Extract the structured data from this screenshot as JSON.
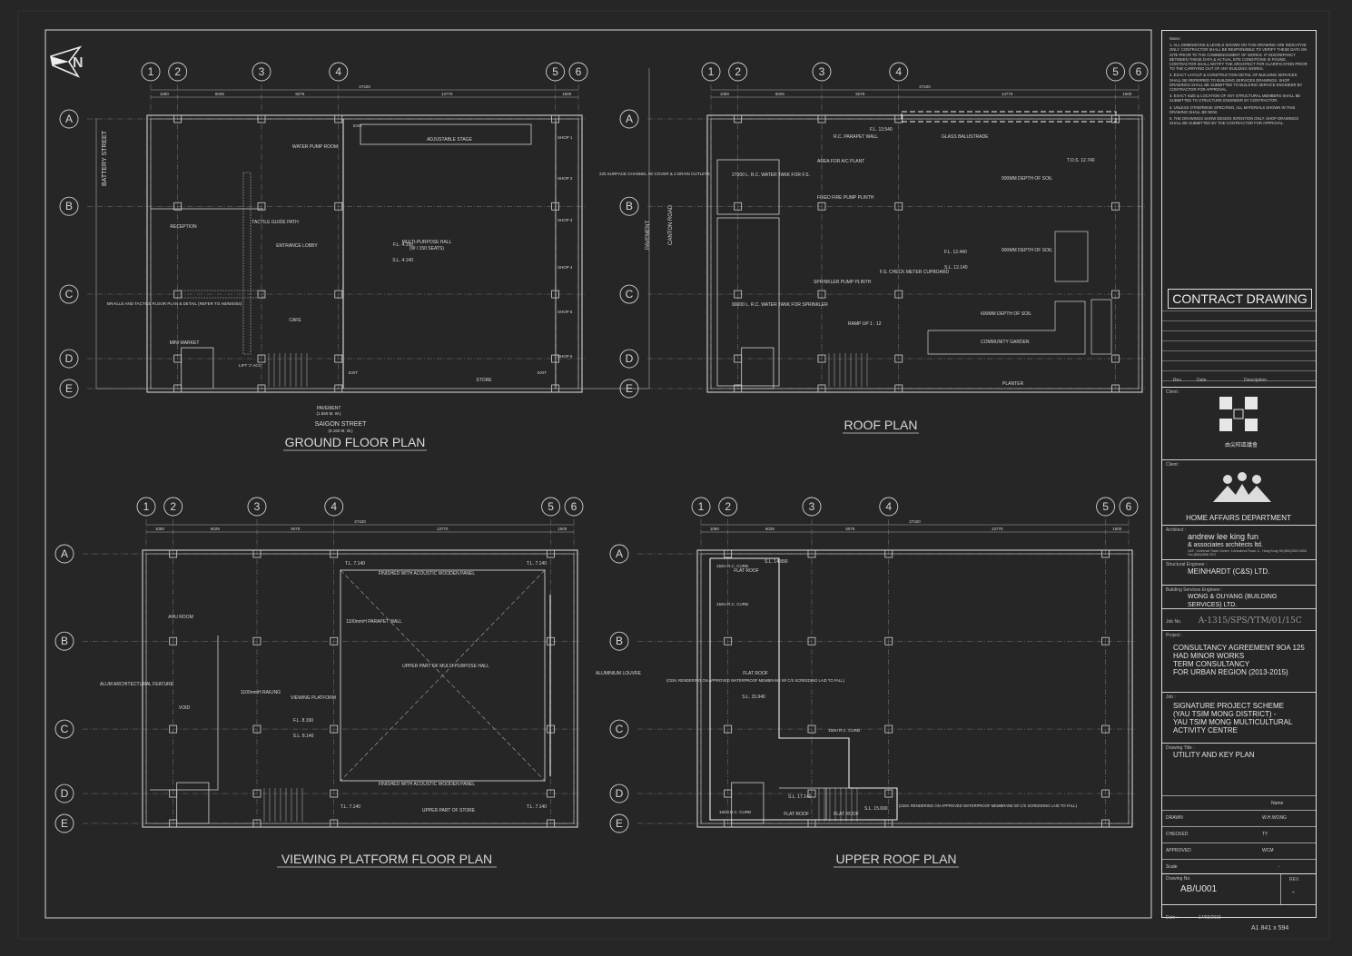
{
  "plans": {
    "ground": "GROUND FLOOR PLAN",
    "roof": "ROOF PLAN",
    "viewing": "VIEWING PLATFORM FLOOR PLAN",
    "upper_roof": "UPPER ROOF PLAN"
  },
  "grid": {
    "cols": [
      "1",
      "2",
      "3",
      "4",
      "5",
      "6"
    ],
    "rows": [
      "A",
      "B",
      "C",
      "D",
      "E"
    ],
    "dims_top": [
      "1050",
      "6025",
      "5075",
      "13770",
      "1500"
    ],
    "overall": "27420"
  },
  "ground_labels": {
    "street_west": "BATTERY STREET",
    "street_south": "SAIGON STREET",
    "saigon_level": "(9.150 M. W.)",
    "street_east": "CANTON ROAD",
    "pavement": "PAVEMENT",
    "pavement_level": "(1.550 M. W.)",
    "adjustable_stage": "ADJUSTABLE STAGE",
    "mph": "MULTI-PURPOSE HALL",
    "mph_seats": "(W / 150 SEATS)",
    "fl": "F.L. 4.190",
    "sl": "S.L. 4.140",
    "lobby": "ENTRANCE LOBBY",
    "cafe": "CAFE",
    "reception": "RECEPTION",
    "minimarket": "MINI MARKET",
    "store": "STORE",
    "water_pump": "WATER PUMP ROOM",
    "tactile": "TACTILE GUIDE PATH",
    "shop1": "SHOP 1",
    "shop2": "SHOP 2",
    "shop3": "SHOP 3",
    "shop4": "SHOP 4",
    "shop5": "SHOP 5",
    "shop6": "SHOP 6",
    "channel": "225 SURFACE CHANNEL W/ COVER & 2 DRAIN OUTLETS",
    "braille": "BRAILLE AND TACTILE FLOOR PLAN & DETAIL (REFER TO AB/MS004)",
    "exit": "EXIT",
    "lift": "LIFT 'J' ACC'"
  },
  "roof_labels": {
    "glass_balustrade": "GLASS BALUSTRADE",
    "rc_parapet": "R.C. PARAPET WALL",
    "fl_roof": "F.L. 13.540",
    "tos": "T.O.S. 12.740",
    "soil": "900MM DEPTH OF SOIL",
    "soil_600": "600MM DEPTH OF SOIL",
    "water_tank": "27000 L. R.C. WATER TANK FOR F.S.",
    "water_tank2": "90000 L. R.C. WATER TANK FOR SPRINKLER",
    "fire_pump": "FIXED FIRE PUMP PLINTH",
    "sprinkler_pump": "SPRINKLER PUMP PLINTH",
    "fs_check": "F.S. CHECK METER CUPBOARD",
    "community_garden": "COMMUNITY GARDEN",
    "ramp": "RAMP UP 1 : 12",
    "planter": "PLANTER",
    "fl_12440": "F.L. 12.440",
    "sl_12140": "S.L. 12.140",
    "ac_area": "AREA FOR A/C PLANT"
  },
  "viewing_labels": {
    "acoustic": "FINISHED WITH ACOUSTIC WOODEN PANEL",
    "parapet": "1100mmH PARAPET WALL",
    "upper_mph": "UPPER PART OF MULTI-PURPOSE HALL",
    "railing": "1100mmH RAILING",
    "platform": "VIEWING PLATFORM",
    "louvre": "ALUMINIUM LOUVRE",
    "void": "VOID",
    "ahu": "AHU ROOM",
    "alum": "ALUM ARCHITECTURAL FEATURE",
    "fl": "F.L. 8.190",
    "sl": "S.L. 8.140",
    "upper_store": "UPPER PART OF STORE",
    "tl": "T.L. 7.140"
  },
  "upper_roof_labels": {
    "flat_roof": "FLAT ROOF",
    "membrane": "(CEM. RENDERING ON APPROVED WATERPROOF MEMBRANE W/ C/S SCREEDING LAID TO FALL)",
    "curb": "150H R.C. CURB",
    "sl": "S.L. 15.940",
    "sl2": "S.L. 14.890",
    "sl3": "S.L. 17.140",
    "sl4": "S.L. 15.690"
  },
  "title_block": {
    "notes_title": "Notes :",
    "notes": [
      "1. ALL DIMENSIONS & LEVELS SHOWN ON THIS DRAWING ARE INDICATIVE ONLY. CONTRACTOR SHALL BE RESPONSIBLE TO VERIFY THESE DATA ON SITE PRIOR TO THE COMMENCEMENT OF WORKS. IF DISCREPANCY BETWEEN THESE DATA & ACTUAL SITE CONDITIONS IS FOUND, CONTRACTOR SHALL NOTIFY THE ARCHITECT FOR CLARIFICATION PRIOR TO THE CARRYING OUT OF ANY BUILDING WORKS.",
      "2. EXACT LAYOUT & CONSTRUCTION DETAIL OF BUILDING SERVICES SHALL BE REFERRED TO BUILDING SERVICES DRAWINGS. SHOP DRAWINGS SHALL BE SUBMITTED TO BUILDING SERVICE ENGINEER BY CONTRACTOR FOR APPROVAL.",
      "3. EXACT SIZE & LOCATION OF ANY STRUCTURAL MEMBERS SHALL BE SUBMITTED TO STRUCTURE ENGINEER BY CONTRACTOR.",
      "4. UNLESS OTHERWISE SPECIFIED, ALL MATERIALS SHOWN IN THIS DRAWING SHALL BE NEW.",
      "5. THE DRAWINGS SHOW DESIGN INTENTION ONLY. SHOP DRAWINGS SHALL BE SUBMITTED BY THE CONTRACTOR FOR APPROVAL."
    ],
    "contract": "CONTRACT DRAWING",
    "rev_label": "Rev.",
    "date_label": "Date",
    "desc_label": "Description",
    "client_label": "Client :",
    "client_logo_text": "由尖旺區議會",
    "client2_label": "Client :",
    "client2": "HOME AFFAIRS DEPARTMENT",
    "architect_label": "Architect :",
    "architect_name": "andrew lee king fun",
    "architect_sub": "& associates architects ltd.",
    "architect_addr": "16/F., Universal Trade Centre, 3 Arbuthnot Road, C., Hong Kong   Tel:(852)2520 0006 Fax:(852)2868 2371",
    "structural_label": "Structural Engineer :",
    "structural": "MEINHARDT (C&S) LTD.",
    "bse_label": "Building Services Engineer :",
    "bse": "WONG & OUYANG (BUILDING SERVICES) LTD.",
    "job_label": "Job No.",
    "job": "A-1315/SPS/YTM/01/15C",
    "project_label": "Project :",
    "project": [
      "CONSULTANCY AGREEMENT 9OA 125",
      "HAD MINOR WORKS",
      "TERM CONSULTANCY",
      "FOR URBAN REGION (2013-2015)"
    ],
    "job2_label": "Job :",
    "job2": [
      "SIGNATURE PROJECT SCHEME",
      "(YAU TSIM MONG DISTRICT) -",
      "YAU TSIM MONG MULTICULTURAL",
      "ACTIVITY CENTRE"
    ],
    "drawing_title_label": "Drawing Title :",
    "drawing_title": "UTILITY AND KEY PLAN",
    "name_label": "Name",
    "drawn_label": "DRAWN",
    "drawn": "W.H.WONG",
    "checked_label": "CHECKED",
    "checked": "TY",
    "approved_label": "APPROVED",
    "approved": "WCM",
    "scale_label": "Scale",
    "scale": "-",
    "drawing_no_label": "Drawing No.",
    "drawing_no": "AB/U001",
    "rev_no_label": "REV.",
    "rev_no": "-",
    "date2_label": "Date :",
    "date": "17/03/2015"
  },
  "sheet_size": "A1  841 x 594"
}
